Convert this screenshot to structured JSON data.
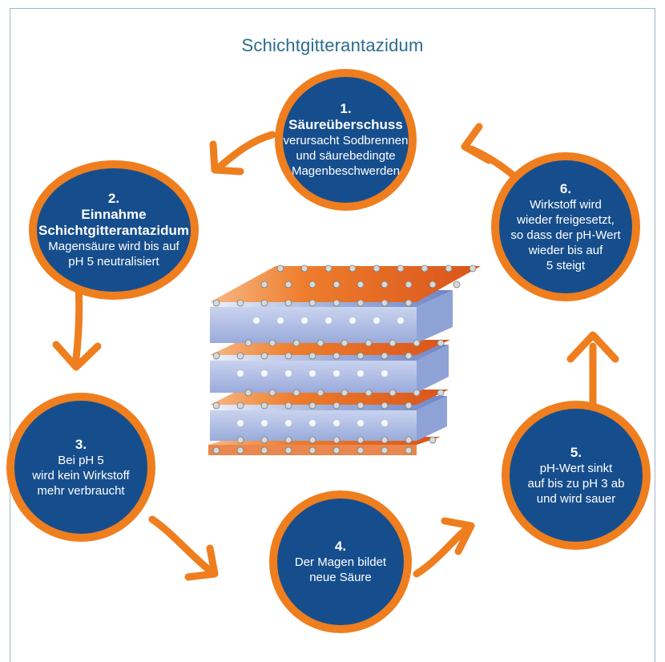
{
  "title": "Schichtgitterantazidum",
  "colors": {
    "ring": "#ef7e1f",
    "circle": "#164e8d",
    "title": "#2a6c8e",
    "frame": "#9fb6c6"
  },
  "steps": [
    {
      "num": "1.",
      "head": "Säureüberschuss",
      "lines": [
        "verursacht Sodbrennen",
        "und säurebedingte",
        "Magenbeschwerden"
      ]
    },
    {
      "num": "2.",
      "head": "Einnahme Schichtgitterantazidum",
      "head_lines": [
        "Einnahme",
        "Schichtgitterantazidum"
      ],
      "lines": [
        "Magensäure wird bis auf",
        "pH 5 neutralisiert"
      ]
    },
    {
      "num": "3.",
      "lines": [
        "Bei pH 5",
        "wird kein Wirkstoff",
        "mehr verbraucht"
      ]
    },
    {
      "num": "4.",
      "lines": [
        "Der Magen bildet",
        "neue Säure"
      ]
    },
    {
      "num": "5.",
      "lines": [
        "pH-Wert sinkt",
        "auf bis zu pH 3 ab",
        "und wird sauer"
      ]
    },
    {
      "num": "6.",
      "lines": [
        "Wirkstoff wird",
        "wieder freigesetzt,",
        "so dass der pH-Wert",
        "wieder bis auf",
        "5 steigt"
      ]
    }
  ],
  "illustration": "layered-double-hydroxide-icon"
}
